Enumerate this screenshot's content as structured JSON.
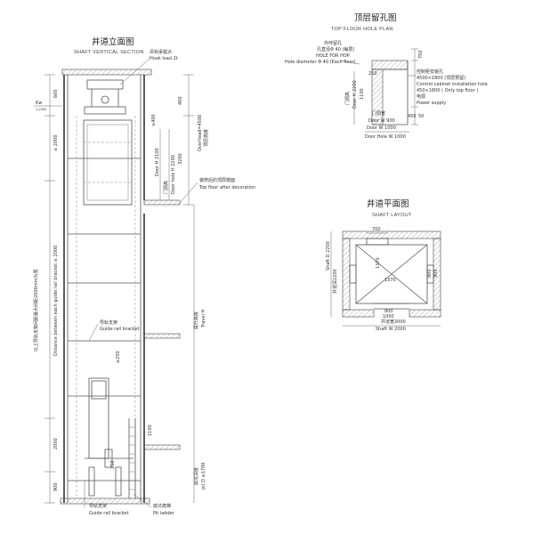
{
  "vertical": {
    "title_cn": "井道立面图",
    "title_en": "SHAFT VERTICAL SECTION",
    "hook_cn": "吊钩承载2t",
    "hook_en": "Hook load 2t",
    "overhead": "Overhead=4500",
    "overhead_cn": "顶层高度",
    "dim_400": "400",
    "dim_600": "600",
    "dim_3200": "3200",
    "dim_2000": "≤ 2000",
    "dim_ge400": "≥400",
    "door_h": "Door H 2100",
    "door_hole_h": "Door hole H 2200",
    "door_hole_cn": "门洞高",
    "top_floor_cn": "装修后的顶层楼面",
    "top_floor_en": "Top floor after decoration",
    "guide_note_cn": "以上导轨支架间距最大间距2000mm为限",
    "guide_note_en": "Distance between each guide rail bracket ≤ 2000",
    "travel_cn": "提升高度",
    "travel_en": "Travel H",
    "bracket_cn": "导轨支架",
    "bracket_en": "Guide rail bracket",
    "dim_250": "≥250",
    "dim_2000b": "2000",
    "dim_1100": "1100",
    "dim_250b": "250",
    "dim_900": "900",
    "pit_cn": "底坑深度",
    "pit_en": "pit D ≥1700",
    "ladder_cn": "底坑爬梯",
    "ladder_en": "Pit ladder",
    "bracket2_cn": "导轨支架",
    "bracket2_en": "Guide rail bracket",
    "kw": "Kw",
    "kw_sub": "1-2000"
  },
  "top": {
    "title_cn": "顶层留孔图",
    "title_en": "TOP FLOOR HOLE PLAN",
    "hole_cn": "外呼留孔",
    "hole_cn2": "孔直径Φ 40 (每层)",
    "hole_en": "HOLE FOR HOP",
    "hole_en2": "Hole diameter Φ 40 (Each floor)",
    "dim_250": "250",
    "dim_750": "750",
    "dim_450": "450",
    "dim_50": "50",
    "door_hole_cn": "门洞高",
    "door_h": "Door H 2200",
    "door_h2": "1100",
    "door_w_cn": "门洞宽",
    "door_w": "Door W 1000",
    "door_w_note": "Door W 900",
    "door_hole_w": "Door Hole W 1000",
    "cabinet_cn": "控制柜安装孔",
    "cabinet_1": "4500×1800 (顶层预留)",
    "cabinet_en": "Control cabinet installation hole",
    "cabinet_en2": "450×1800 ( Only top floor )",
    "power_cn": "电源",
    "power_en": "Power supply"
  },
  "layout": {
    "title_cn": "井道平面图",
    "title_en": "SHAFT LAYOUT",
    "dim_700": "700",
    "shaft_d": "Shaft D 2200",
    "shaft_d_cn": "井道深2200",
    "dim_1370": "1370",
    "dim_1370b": "1370",
    "dim_800": "800",
    "dim_900": "900",
    "dim_1000": "1000",
    "shaft_w_cn": "井道宽2000",
    "shaft_w": "Shaft W 2000"
  }
}
